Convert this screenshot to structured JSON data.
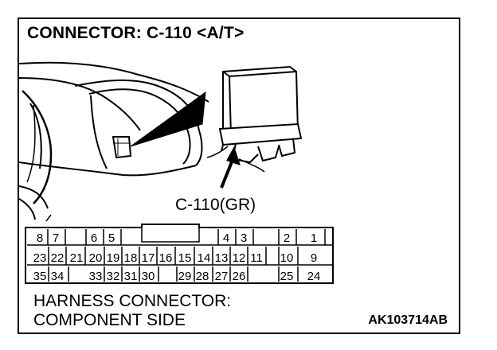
{
  "title": "CONNECTOR: C-110 <A/T>",
  "connector_callout": "C-110(GR)",
  "pin_rows": {
    "row1": [
      "8",
      "7",
      "6",
      "5",
      "4",
      "3",
      "2",
      "1"
    ],
    "row2": [
      "23",
      "22",
      "21",
      "20",
      "19",
      "18",
      "17",
      "16",
      "15",
      "14",
      "13",
      "12",
      "11",
      "10",
      "9"
    ],
    "row3": [
      "35",
      "34",
      "33",
      "32",
      "31",
      "30",
      "29",
      "28",
      "27",
      "26",
      "25",
      "24"
    ]
  },
  "caption": {
    "line1": "HARNESS CONNECTOR:",
    "line2": "COMPONENT SIDE"
  },
  "figure_code": "AK103714AB"
}
